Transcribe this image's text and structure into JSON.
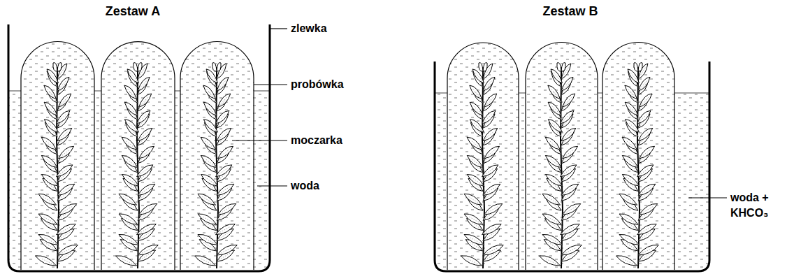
{
  "diagram": {
    "labels": [
      "Zestaw A",
      "Zestaw B",
      "zlewka",
      "probówka",
      "moczarka",
      "woda",
      "woda + KHCO₃"
    ]
  }
}
